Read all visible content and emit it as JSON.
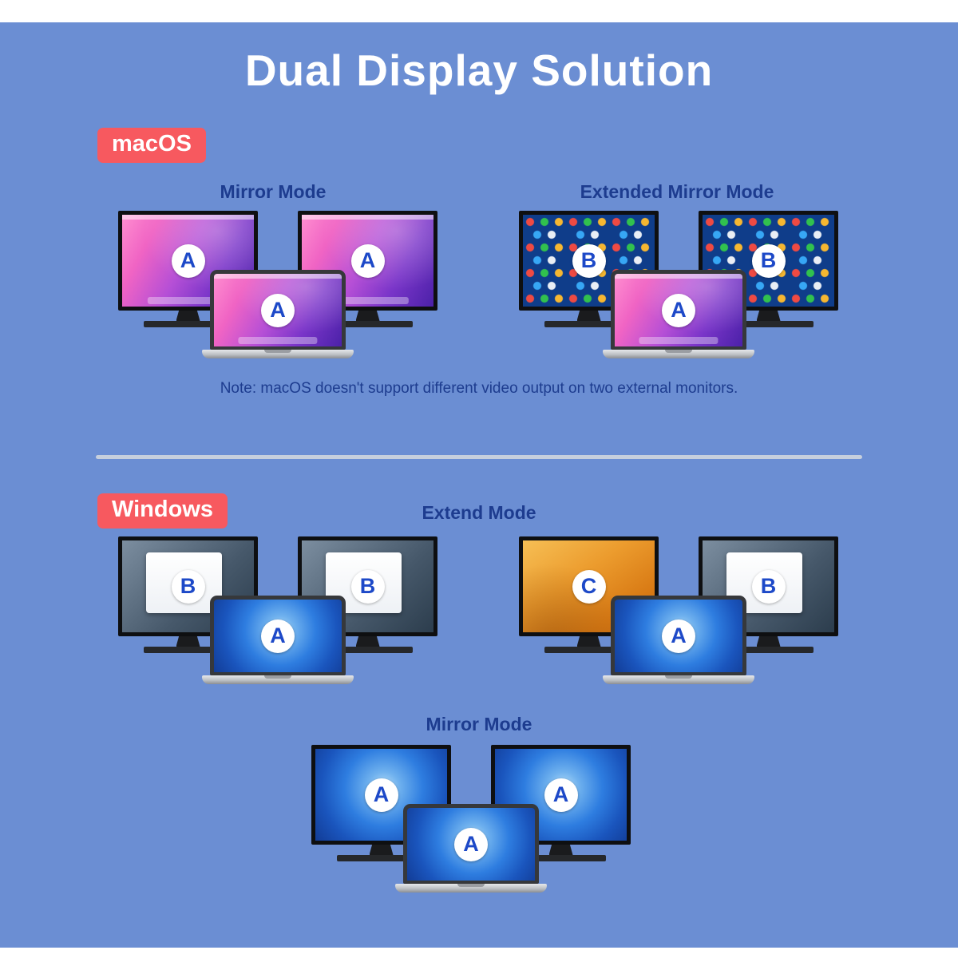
{
  "page": {
    "title": "Dual Display Solution",
    "background_color": "#6b8ed3",
    "accent_color": "#f7595f",
    "heading_color": "#1d3c8f",
    "badge_letter_color": "#1d49c8"
  },
  "macos": {
    "platform_label": "macOS",
    "mirror": {
      "heading": "Mirror Mode",
      "left_monitor": "A",
      "right_monitor": "A",
      "laptop": "A"
    },
    "extended": {
      "heading": "Extended Mirror Mode",
      "left_monitor": "B",
      "right_monitor": "B",
      "laptop": "A"
    },
    "note": "Note: macOS doesn't support different video output on two external monitors."
  },
  "windows": {
    "platform_label": "Windows",
    "extend": {
      "heading": "Extend Mode",
      "group1": {
        "left_monitor": "B",
        "right_monitor": "B",
        "laptop": "A"
      },
      "group2": {
        "left_monitor": "C",
        "right_monitor": "B",
        "laptop": "A"
      }
    },
    "mirror": {
      "heading": "Mirror Mode",
      "left_monitor": "A",
      "right_monitor": "A",
      "laptop": "A"
    }
  }
}
